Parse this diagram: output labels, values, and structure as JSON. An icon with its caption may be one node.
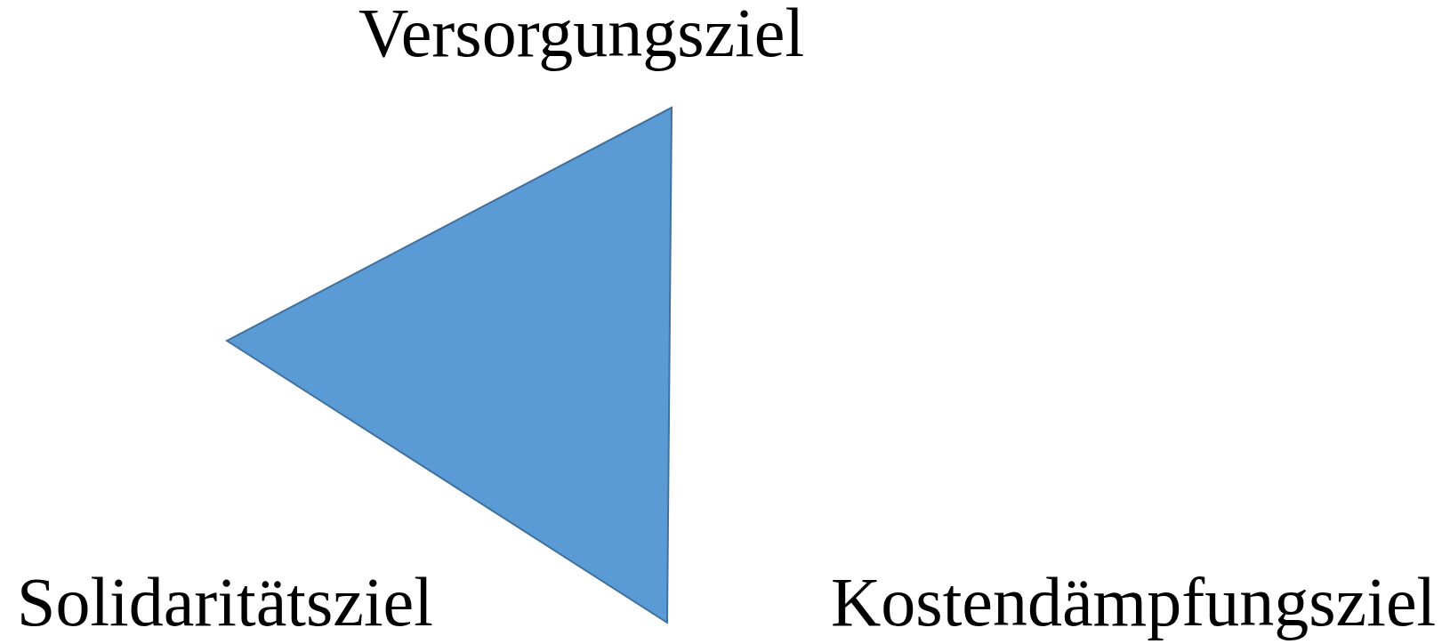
{
  "diagram": {
    "nodes": [
      {
        "text": [],
        "shape": "triangle"
      }
    ],
    "labels": [
      "Versorgungsziel",
      "Solidaritätsziel",
      "Kostendämpfungsziel"
    ]
  }
}
